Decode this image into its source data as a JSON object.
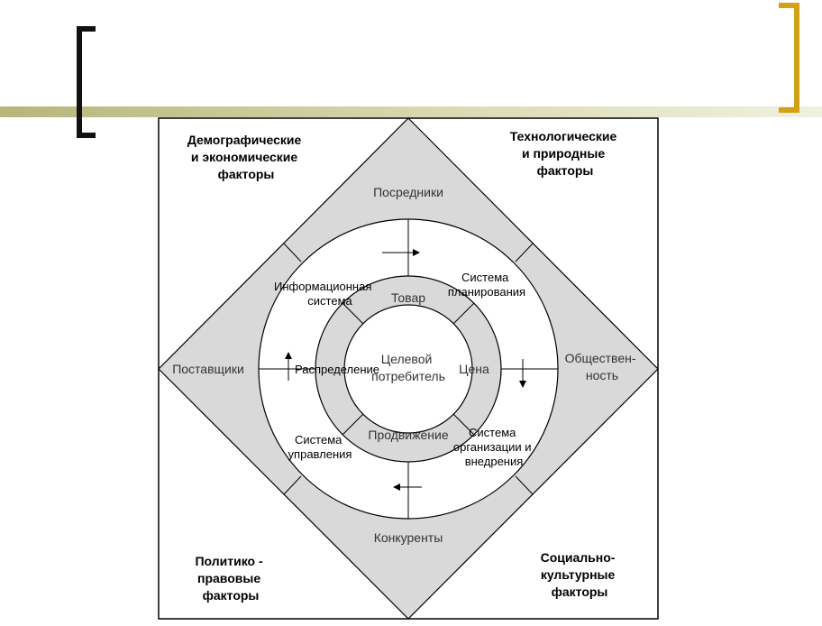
{
  "corners": {
    "top_left": [
      "Демографические",
      "и экономические",
      "факторы"
    ],
    "top_right": [
      "Технологические",
      "и природные",
      "факторы"
    ],
    "bottom_left": [
      "Политико -",
      "правовые",
      "факторы"
    ],
    "bottom_right": [
      "Социально-",
      "культурные",
      "факторы"
    ]
  },
  "diamond": {
    "top": "Посредники",
    "left": "Поставщики",
    "right": [
      "Обществен-",
      "ность"
    ],
    "bottom": "Конкуренты"
  },
  "ring_outer": {
    "info": [
      "Информационная",
      "система"
    ],
    "planning": [
      "Система",
      "планирования"
    ],
    "control": [
      "Система",
      "управления"
    ],
    "org": [
      "Система",
      "организации и",
      "внедрения"
    ]
  },
  "ring_inner": {
    "product": "Товар",
    "price": "Цена",
    "promotion": "Продвижение",
    "distribution": "Распределение"
  },
  "center": [
    "Целевой",
    "потребитель"
  ],
  "colors": {
    "olive_bar": "#c4c38e",
    "bracket_black": "#111111",
    "bracket_gold": "#d4a017",
    "shading": "#d9d9d9"
  }
}
